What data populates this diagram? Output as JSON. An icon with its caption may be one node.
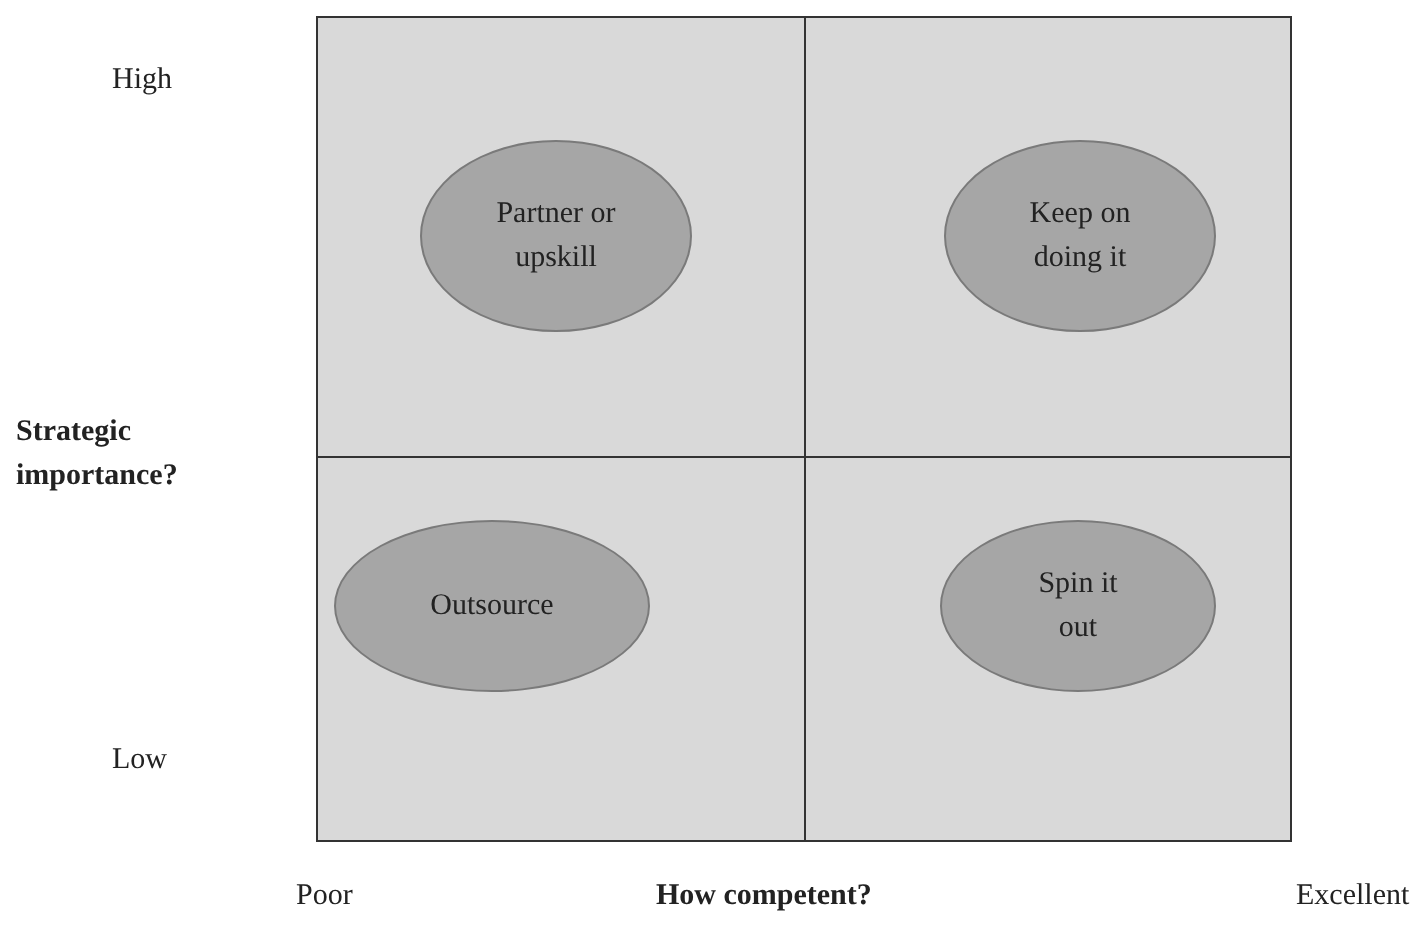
{
  "diagram": {
    "nodes": [
      {
        "text": [
          "Partner or upskill"
        ]
      },
      {
        "text": [
          "Keep on doing it"
        ]
      },
      {
        "text": [
          "Outsource"
        ]
      },
      {
        "text": [
          "Spin it out"
        ]
      }
    ],
    "edges": [],
    "labels": [
      "High",
      "Strategic importance?",
      "Low",
      "Poor",
      "How competent?",
      "Excellent"
    ]
  }
}
